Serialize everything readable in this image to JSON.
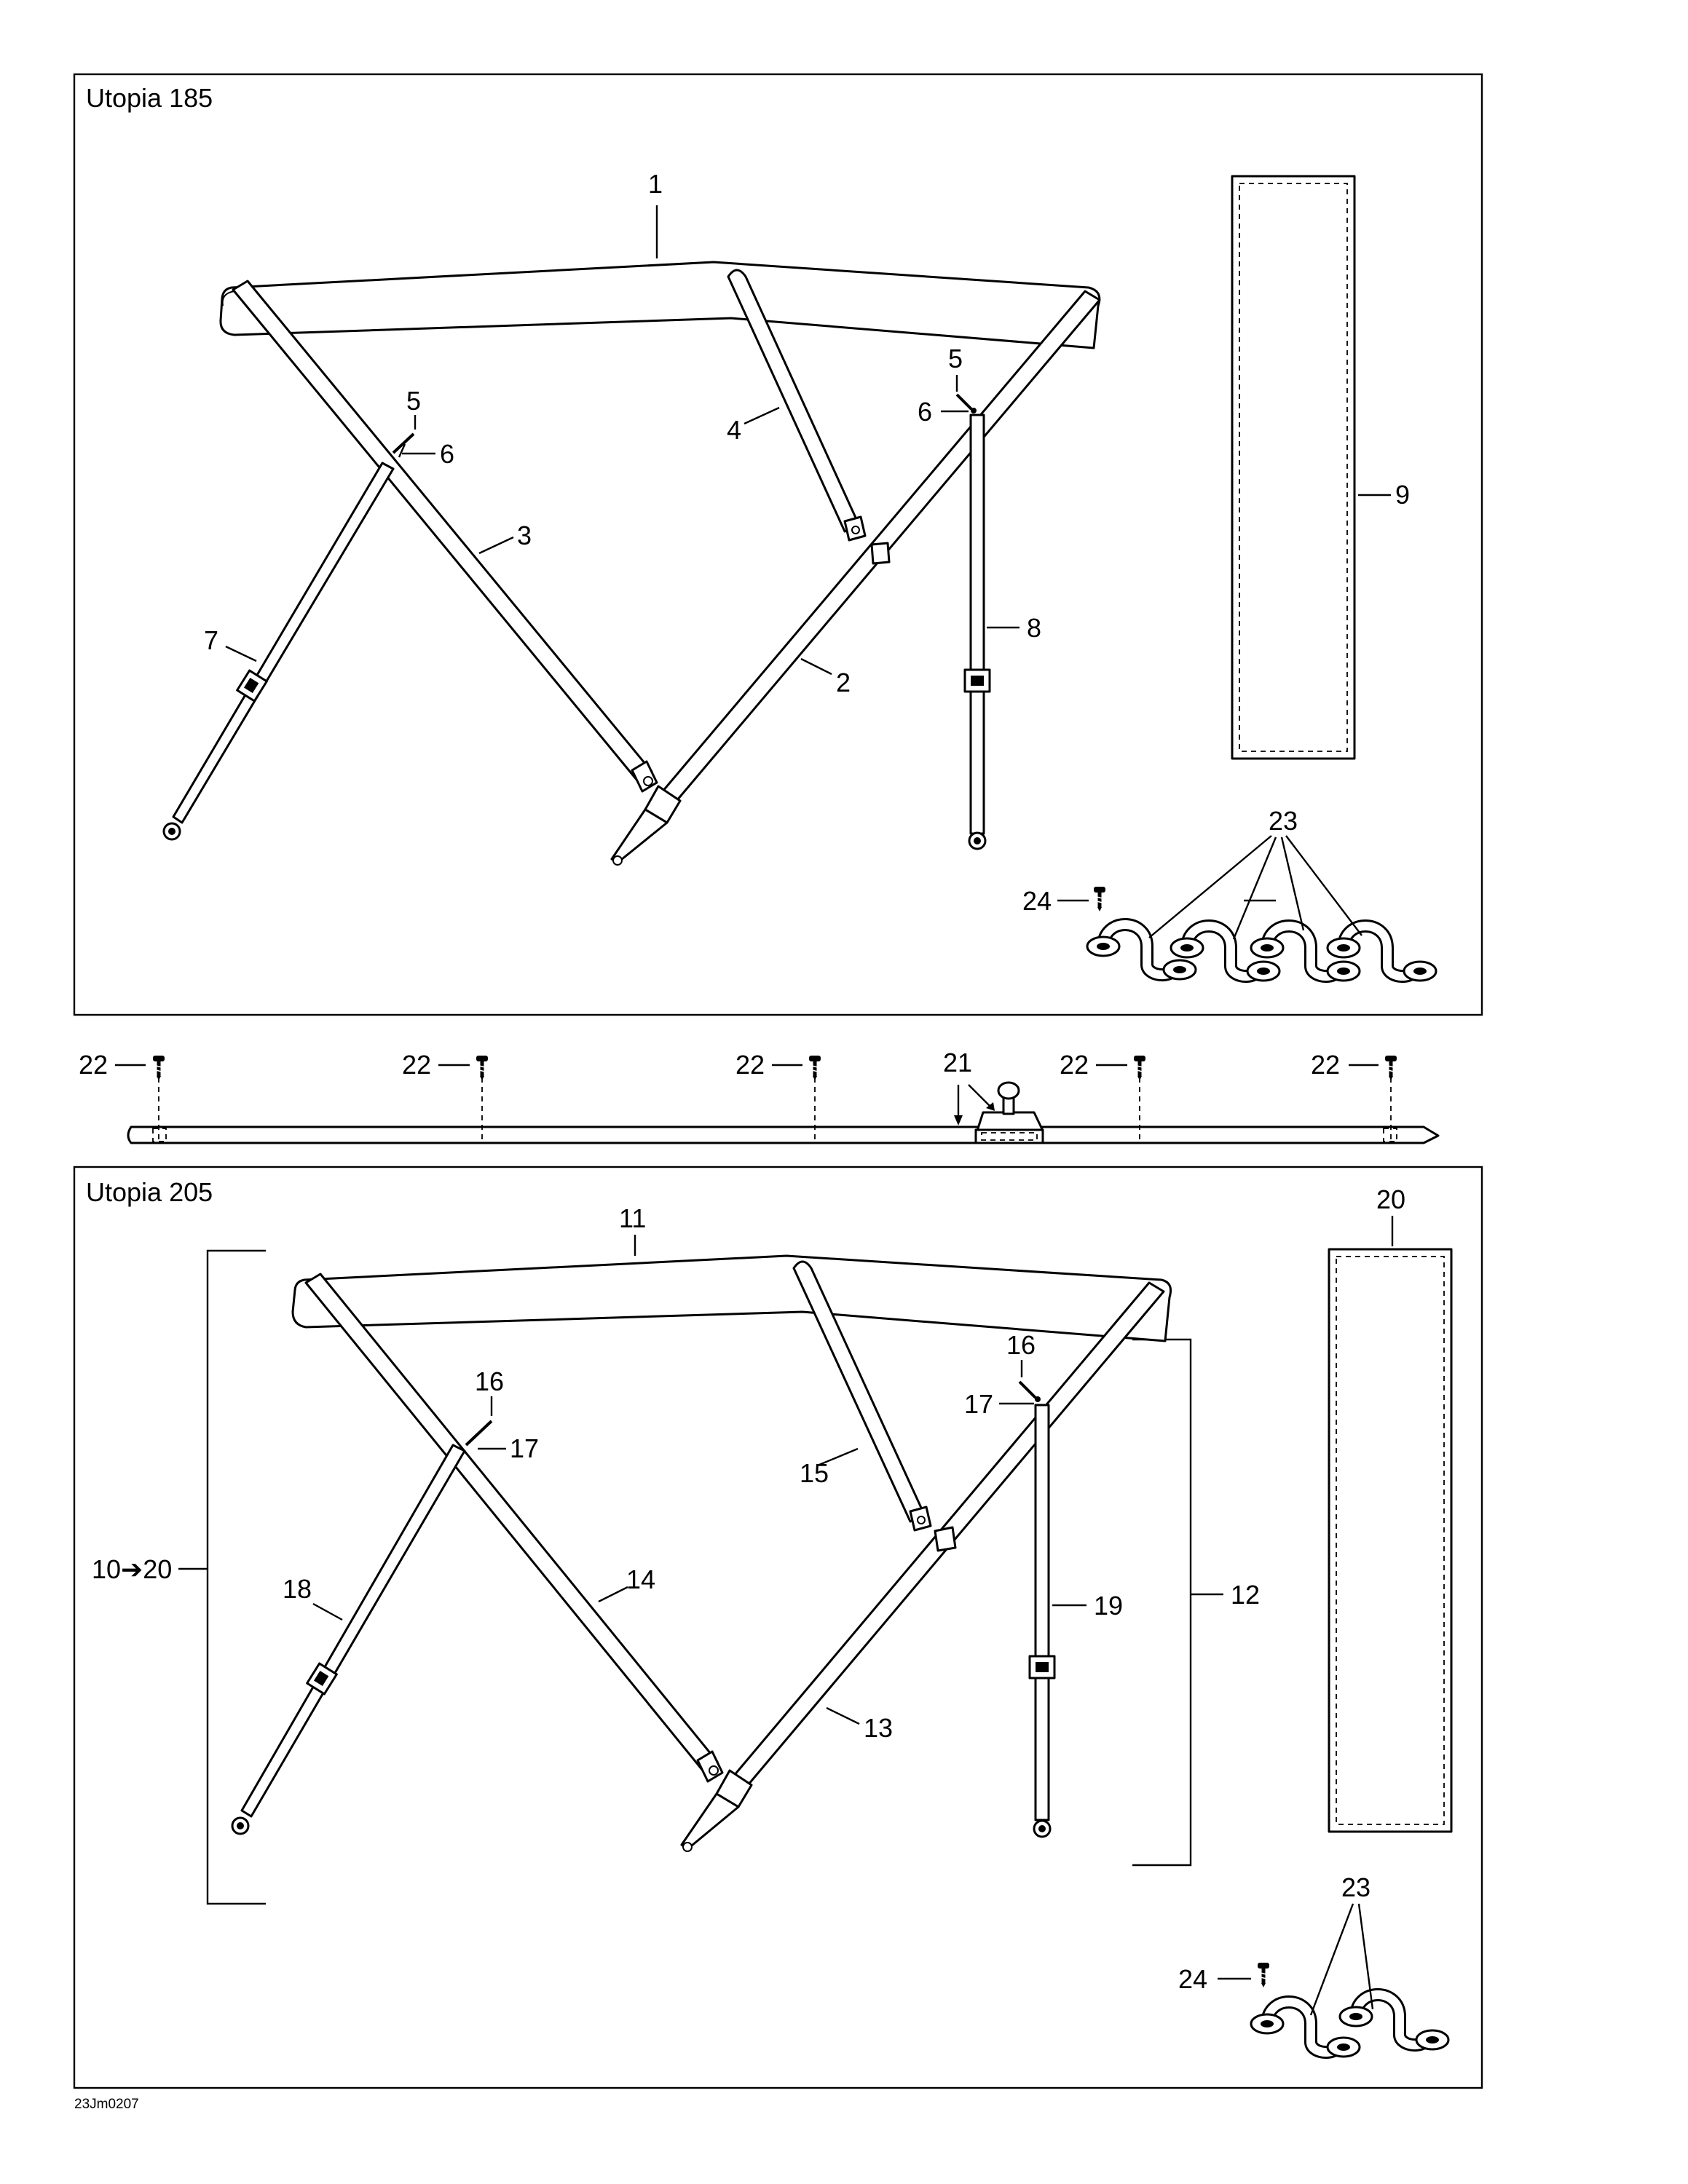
{
  "panels": {
    "top": {
      "title": "Utopia 185"
    },
    "bottom": {
      "title": "Utopia 205"
    }
  },
  "callouts": {
    "top": {
      "c1": "1",
      "c2": "2",
      "c3": "3",
      "c4": "4",
      "c5a": "5",
      "c6a": "6",
      "c5b": "5",
      "c6b": "6",
      "c7": "7",
      "c8": "8",
      "c9": "9",
      "c23": "23",
      "c24": "24"
    },
    "rail": {
      "c22a": "22",
      "c22b": "22",
      "c22c": "22",
      "c21": "21",
      "c22d": "22",
      "c22e": "22"
    },
    "bottom": {
      "c11": "11",
      "c12": "12",
      "c13": "13",
      "c14": "14",
      "c15": "15",
      "c16a": "16",
      "c17a": "17",
      "c16b": "16",
      "c17b": "17",
      "c18": "18",
      "c19": "19",
      "c20": "20",
      "c10to20": "10➔20",
      "c23": "23",
      "c24": "24"
    }
  },
  "footer": {
    "code": "23Jm0207"
  }
}
